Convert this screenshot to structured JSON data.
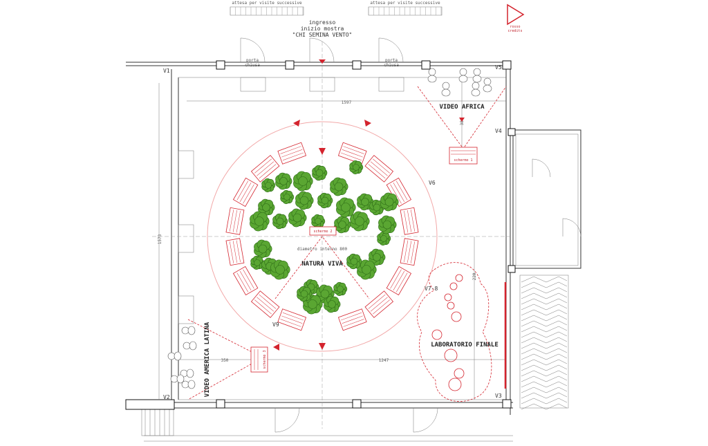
{
  "header": {
    "queue_left": "attesa per visite successive",
    "queue_right": "attesa per visite successive",
    "entrance_line1": "ingresso",
    "entrance_line2": "inizio mostra",
    "entrance_line3": "\"CHI SEMINA VENTO\"",
    "credits_line1": "rosso",
    "credits_line2": "credits"
  },
  "doors": {
    "closed_1_line1": "porta",
    "closed_1_line2": "chiusa",
    "closed_2_line1": "porta",
    "closed_2_line2": "chiusa"
  },
  "views": [
    "V1",
    "V2",
    "V3",
    "V4",
    "V5",
    "V6",
    "V7-8",
    "V9"
  ],
  "zones": {
    "africa": "VIDEO AFRICA",
    "america": "VIDEO AMERICA LATINA",
    "natura": "NATURA VIVA",
    "lab": "LABORATORIO FINALE"
  },
  "screens": {
    "africa": "schermo 1",
    "natura": "schermo 2",
    "america": "schermo 3"
  },
  "dimensions": {
    "width_top": "1597",
    "height_left": "1573",
    "africa_depth": "380",
    "diameter": "diametro interno 800",
    "lab_height": "220",
    "america_width": "350",
    "bottom_width": "1247"
  },
  "colors": {
    "accent": "#d4232d",
    "tree": "#5aa632",
    "wall": "#333333"
  }
}
